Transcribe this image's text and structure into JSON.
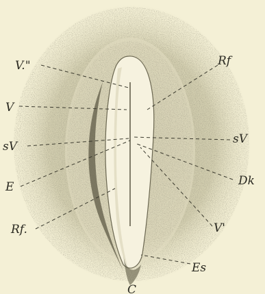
{
  "figure": {
    "labels": {
      "v_double_prime": "V.\"",
      "rf_top": "Rf",
      "v_left": "V",
      "sv_left": "sV",
      "sv_right": "sV",
      "e_left": "E",
      "dk": "Dk",
      "rf_bottom": "Rf.",
      "v_prime": "V'",
      "es": "Es",
      "c_bottom": "C"
    },
    "colors": {
      "paper": "#f4f0d6",
      "halo": "#b9b48f",
      "ink": "#2b2a22",
      "embryo": "#f6f2df"
    }
  }
}
